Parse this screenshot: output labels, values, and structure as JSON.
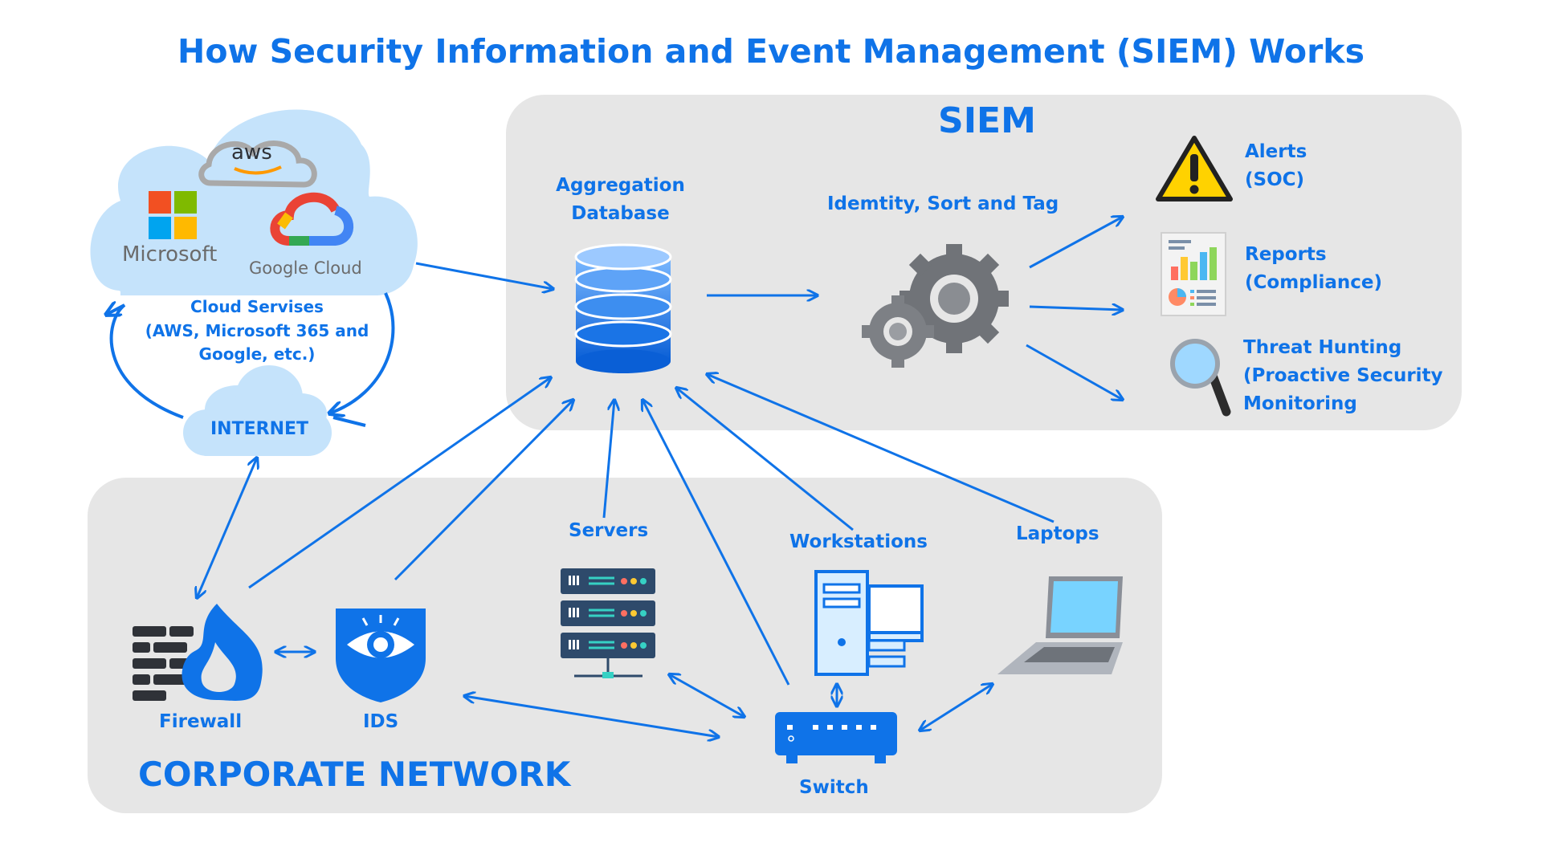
{
  "title": "How Security Information and Event Management (SIEM) Works",
  "siem": {
    "heading": "SIEM",
    "aggregation_label_1": "Aggregation",
    "aggregation_label_2": "Database",
    "identify_label": "Idemtity, Sort and Tag",
    "outputs": [
      {
        "line1": "Alerts",
        "line2": "(SOC)",
        "line3": ""
      },
      {
        "line1": "Reports",
        "line2": "(Compliance)",
        "line3": ""
      },
      {
        "line1": "Threat Hunting",
        "line2": "(Proactive Security",
        "line3": "Monitoring"
      }
    ]
  },
  "cloud": {
    "aws_label": "aws",
    "microsoft_label": "Microsoft",
    "google_label": "Google Cloud",
    "caption_1": "Cloud Servises",
    "caption_2": "(AWS, Microsoft 365 and",
    "caption_3": "Google, etc.)",
    "internet_label": "INTERNET"
  },
  "corporate": {
    "heading": "CORPORATE NETWORK",
    "firewall_label": "Firewall",
    "ids_label": "IDS",
    "servers_label": "Servers",
    "workstations_label": "Workstations",
    "laptops_label": "Laptops",
    "switch_label": "Switch"
  },
  "colors": {
    "accent": "#0f73e8",
    "panel": "#e6e6e6",
    "cloud": "#c5e3fb",
    "server_body": "#2e4a6b",
    "gear": "#707378",
    "warning": "#ffd200"
  },
  "icons": [
    "aws-icon",
    "microsoft-icon",
    "google-cloud-icon",
    "database-icon",
    "gears-icon",
    "warning-icon",
    "report-icon",
    "magnifier-icon",
    "firewall-icon",
    "ids-eye-icon",
    "server-rack-icon",
    "workstation-icon",
    "laptop-icon",
    "switch-icon"
  ]
}
